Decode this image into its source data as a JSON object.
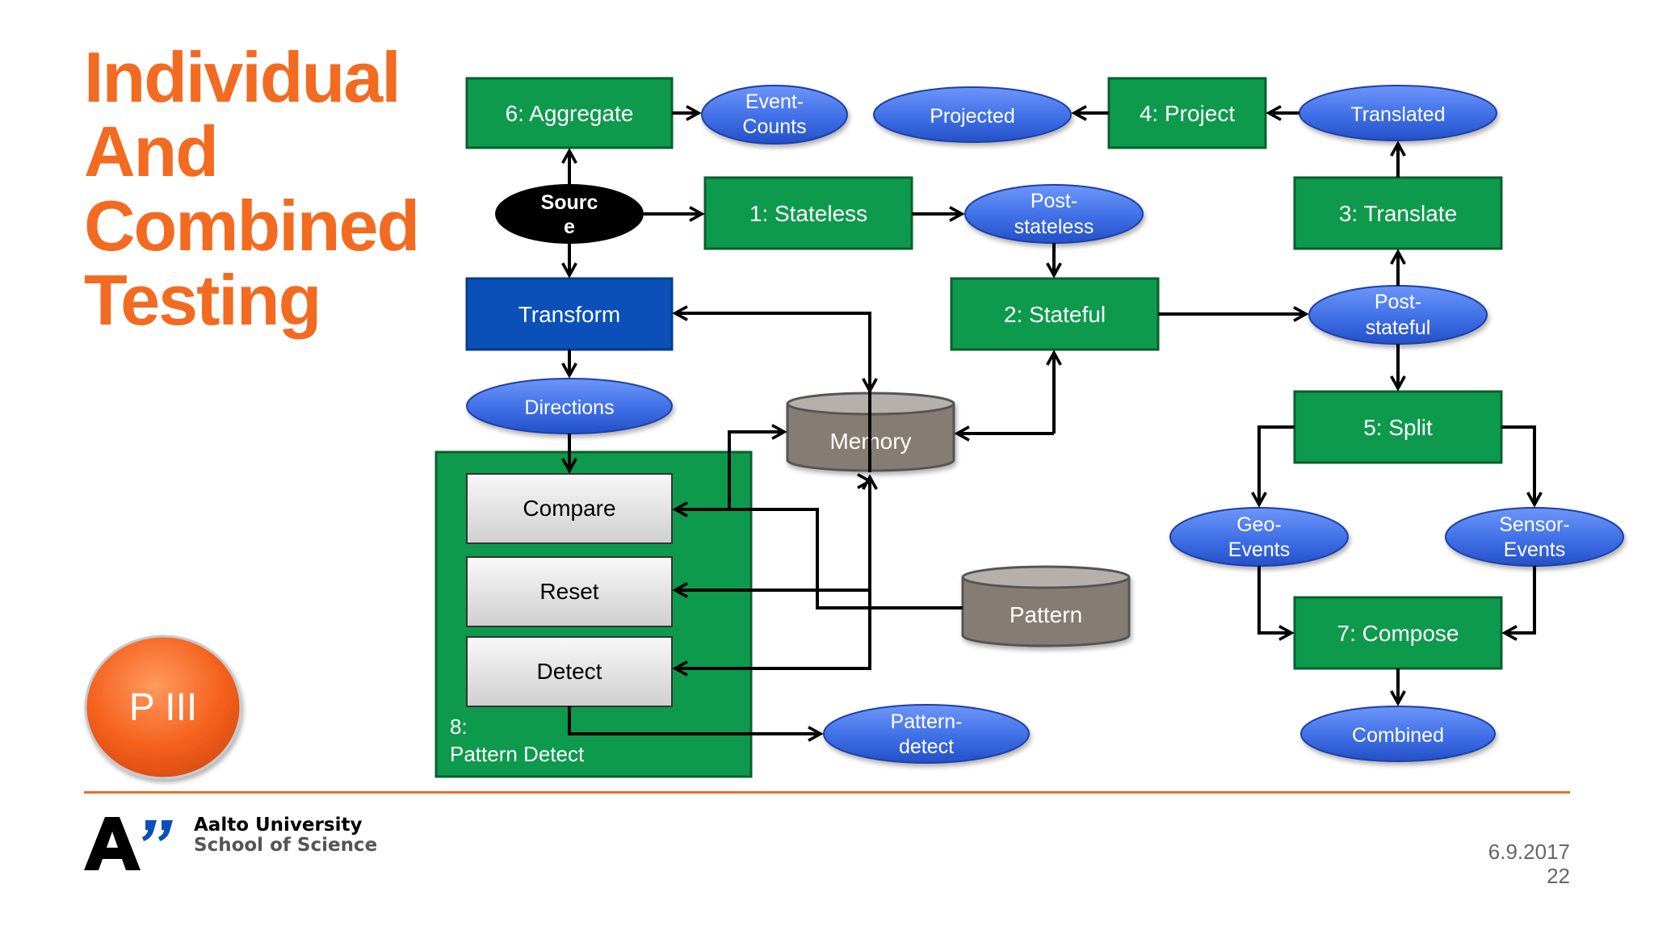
{
  "title": {
    "lines": [
      "Individual",
      "And",
      "Combined",
      "Testing"
    ]
  },
  "badge": {
    "label": "P III"
  },
  "nodes": {
    "aggregate": "6: Aggregate",
    "event_counts": [
      "Event-",
      "Counts"
    ],
    "projected": "Projected",
    "project": "4: Project",
    "translated": "Translated",
    "source": [
      "Sourc",
      "e"
    ],
    "stateless": "1: Stateless",
    "post_stateless": [
      "Post-",
      "stateless"
    ],
    "translate": "3: Translate",
    "transform": "Transform",
    "stateful": "2: Stateful",
    "post_stateful": [
      "Post-",
      "stateful"
    ],
    "directions": "Directions",
    "memory": "Memory",
    "split": "5: Split",
    "compare": "Compare",
    "reset": "Reset",
    "detect": "Detect",
    "pattern": "Pattern",
    "geo_events": [
      "Geo-",
      "Events"
    ],
    "sensor_events": [
      "Sensor-",
      "Events"
    ],
    "compose": "7: Compose",
    "pattern_detect_group": [
      "8:",
      "Pattern Detect"
    ],
    "pattern_detect_out": [
      "Pattern-",
      "detect"
    ],
    "combined": "Combined"
  },
  "footer": {
    "university": "Aalto University",
    "school": "School of Science",
    "date": "6.9.2017",
    "page": "22"
  },
  "colors": {
    "title": "#F26B21",
    "process_green": "#0E9A4C",
    "process_border": "#08602E",
    "transform_blue": "#0A50B8",
    "stream_blue": "#3F6FE6",
    "store_gray": "#857D73",
    "rule_orange": "#F26B21"
  }
}
